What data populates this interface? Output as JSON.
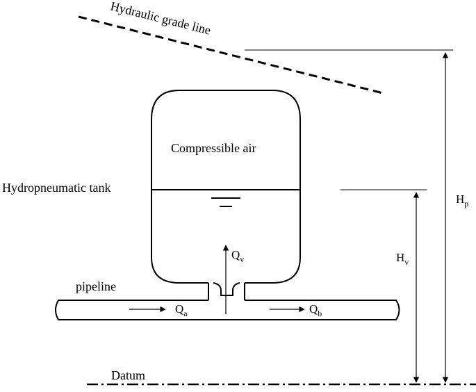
{
  "labels": {
    "hgl": "Hydraulic grade line",
    "air": "Compressible air",
    "tank": "Hydropneumatic tank",
    "pipeline": "pipeline",
    "datum": "Datum"
  },
  "symbols": {
    "hp": {
      "base": "H",
      "sub": "p"
    },
    "hv": {
      "base": "H",
      "sub": "v"
    },
    "qv": {
      "base": "Q",
      "sub": "v"
    },
    "qa": {
      "base": "Q",
      "sub": "a"
    },
    "qb": {
      "base": "Q",
      "sub": "b"
    }
  }
}
